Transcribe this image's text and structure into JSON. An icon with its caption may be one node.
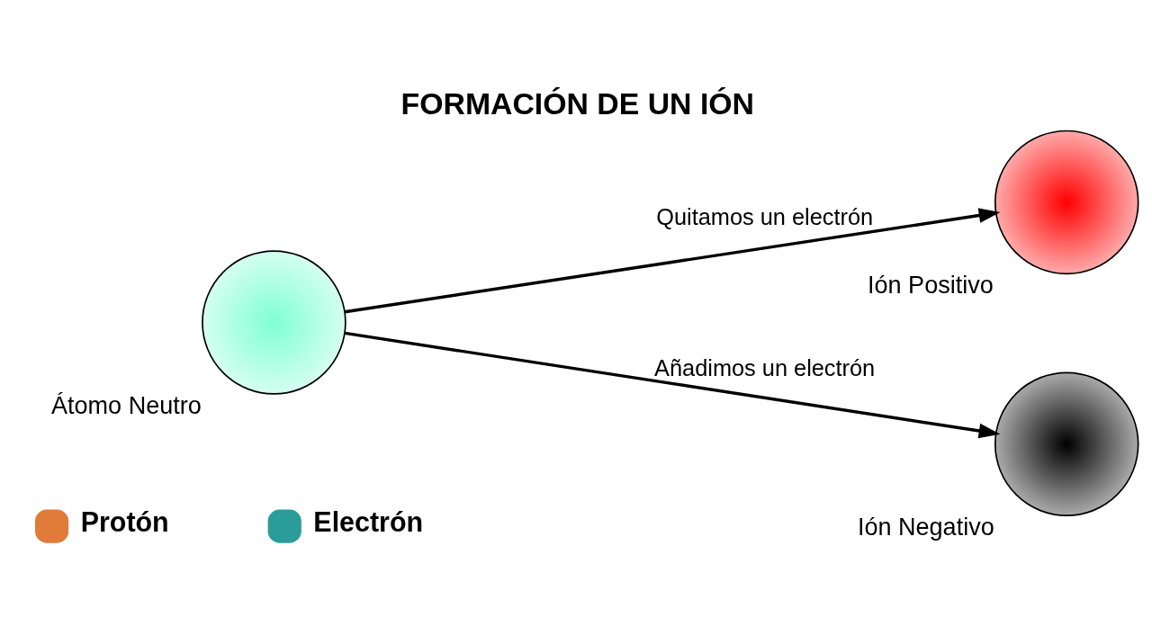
{
  "diagram": {
    "title": "FORMACIÓN DE UN IÓN",
    "nodes": [
      {
        "text": [
          "Átomo Neutro"
        ]
      },
      {
        "text": [
          "Ión Positivo"
        ]
      },
      {
        "text": [
          "Ión Negativo"
        ]
      }
    ],
    "edges": [
      {
        "from": 0,
        "to": 1,
        "arrow": "to",
        "label": "Quitamos un electrón"
      },
      {
        "from": 0,
        "to": 2,
        "arrow": "to",
        "label": "Añadimos un electrón"
      }
    ],
    "legend": [
      {
        "text": "Protón",
        "color": "#e07b39"
      },
      {
        "text": "Electrón",
        "color": "#2a9d9a"
      }
    ]
  }
}
